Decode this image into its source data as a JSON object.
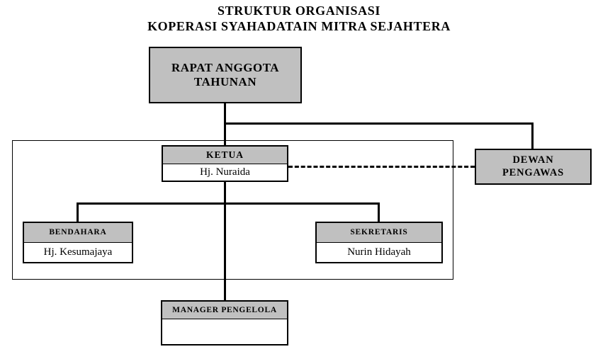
{
  "title": {
    "line1": "STRUKTUR ORGANISASI",
    "line2": "KOPERASI SYAHADATAIN MITRA SEJAHTERA"
  },
  "colors": {
    "header_fill": "#c0c0c0",
    "body_fill": "#ffffff",
    "border": "#000000",
    "text": "#000000"
  },
  "nodes": {
    "rapat_anggota": {
      "label": "RAPAT ANGGOTA",
      "label2": "TAHUNAN",
      "full_label": "RAPAT ANGGOTA TAHUNAN"
    },
    "ketua": {
      "title": "KETUA",
      "name": "Hj. Nuraida"
    },
    "dewan_pengawas": {
      "label": "DEWAN",
      "label2": "PENGAWAS",
      "full_label": "DEWAN PENGAWAS"
    },
    "bendahara": {
      "title": "BENDAHARA",
      "name": "Hj. Kesumajaya"
    },
    "sekretaris": {
      "title": "SEKRETARIS",
      "name": "Nurin Hidayah"
    },
    "manager_pengelola": {
      "title": "MANAGER PENGELOLA",
      "name": ""
    }
  },
  "connections": [
    {
      "from": "rapat_anggota",
      "to": "ketua",
      "style": "solid"
    },
    {
      "from": "rapat_anggota",
      "to": "dewan_pengawas",
      "style": "solid"
    },
    {
      "from": "ketua",
      "to": "dewan_pengawas",
      "style": "dashed"
    },
    {
      "from": "ketua",
      "to": "bendahara",
      "style": "solid"
    },
    {
      "from": "ketua",
      "to": "sekretaris",
      "style": "solid"
    },
    {
      "from": "ketua",
      "to": "manager_pengelola",
      "style": "solid"
    }
  ]
}
